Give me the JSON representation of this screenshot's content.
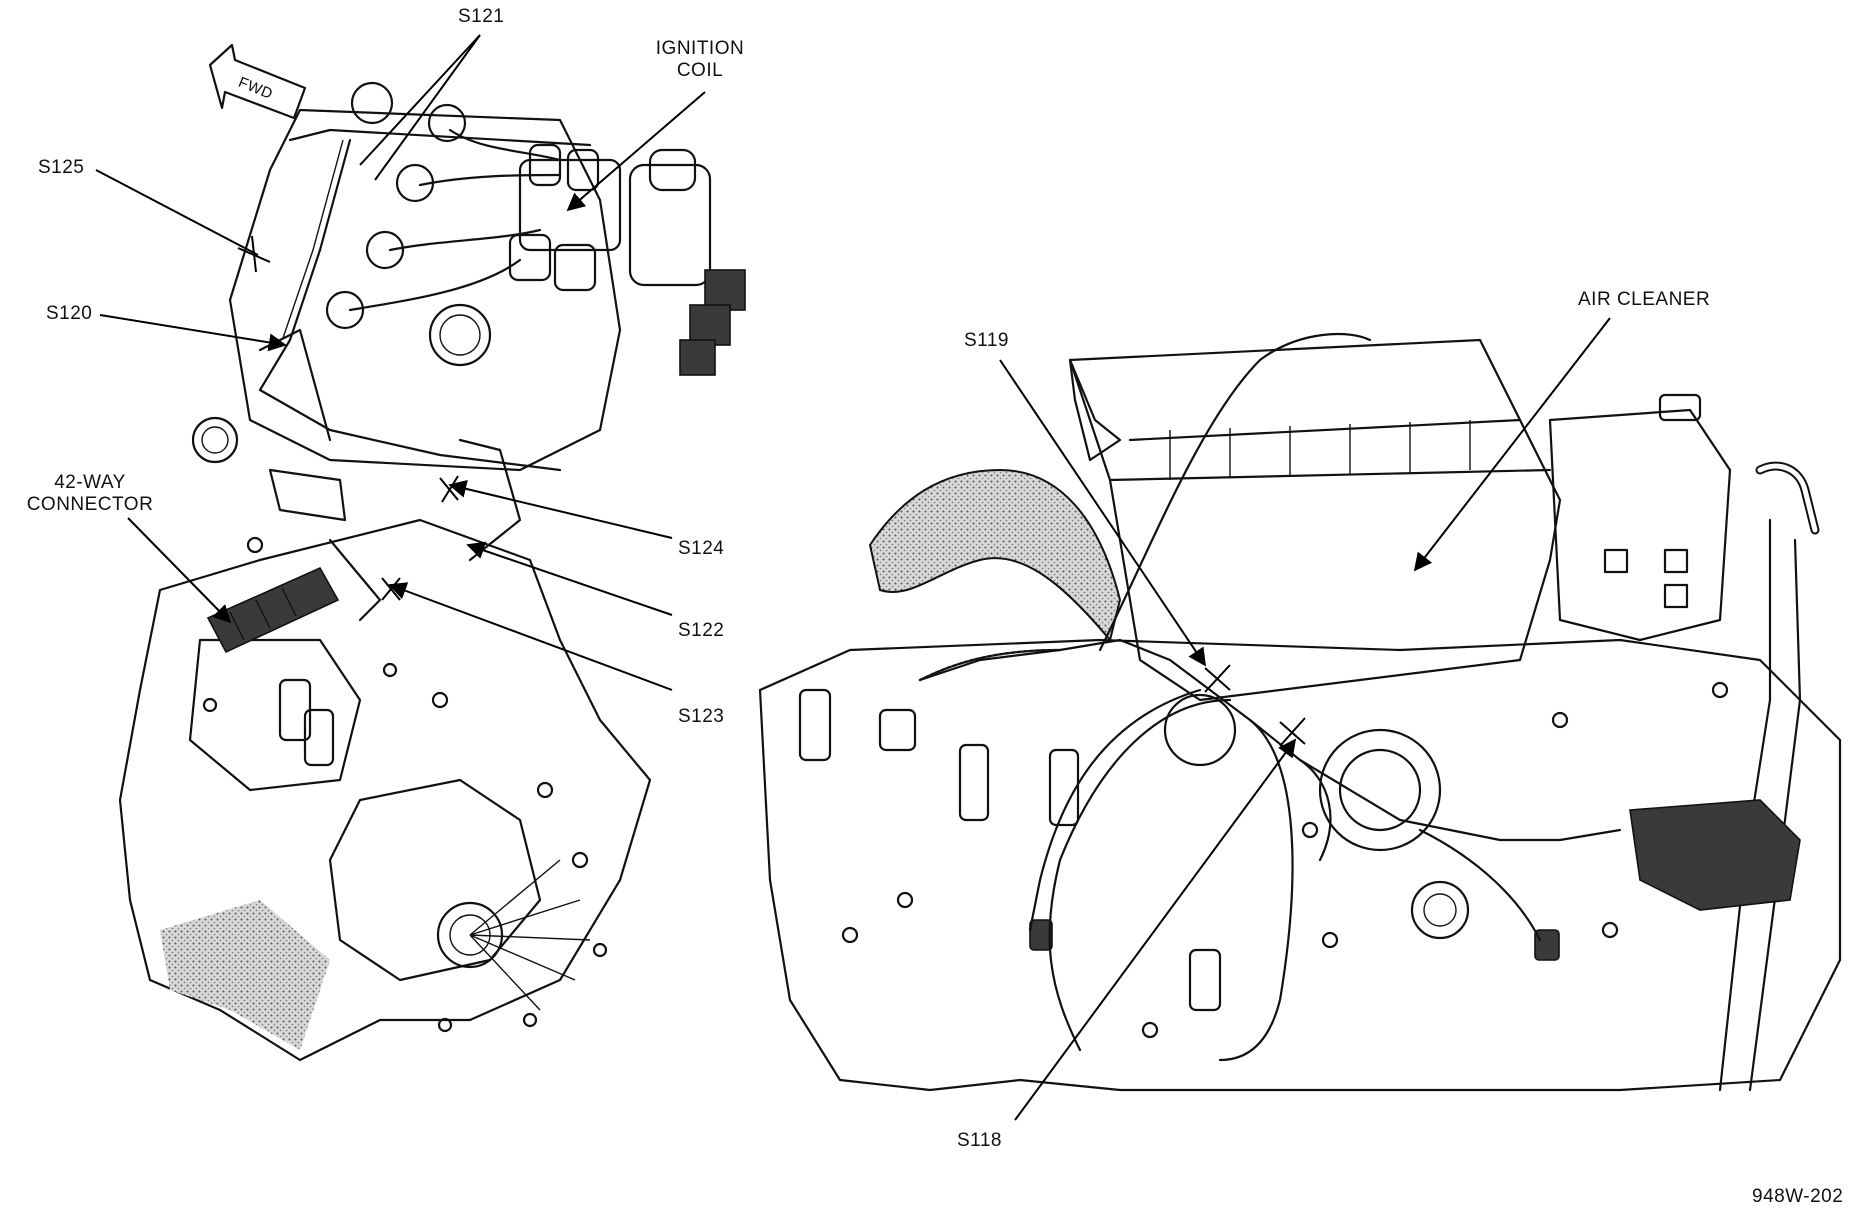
{
  "labels": {
    "s121": "S121",
    "ignition_coil_line1": "IGNITION",
    "ignition_coil_line2": "COIL",
    "fwd": "FWD",
    "s125": "S125",
    "s120": "S120",
    "connector_line1": "42-WAY",
    "connector_line2": "CONNECTOR",
    "s124": "S124",
    "s122": "S122",
    "s123": "S123",
    "s119": "S119",
    "air_cleaner": "AIR CLEANER",
    "s118": "S118",
    "figure_id": "948W-202"
  }
}
